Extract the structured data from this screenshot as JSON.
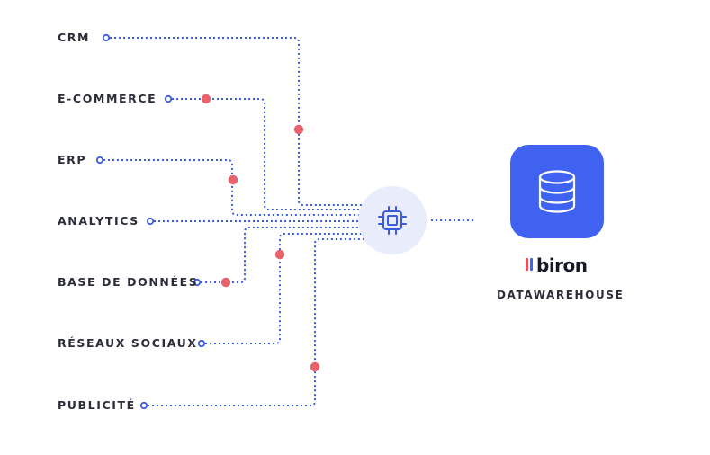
{
  "sources": [
    {
      "label": "CRM"
    },
    {
      "label": "E-COMMERCE"
    },
    {
      "label": "ERP"
    },
    {
      "label": "ANALYTICS"
    },
    {
      "label": "BASE DE DONNÉES"
    },
    {
      "label": "RÉSEAUX SOCIAUX"
    },
    {
      "label": "PUBLICITÉ"
    }
  ],
  "hub": {
    "icon": "processor-chip-icon"
  },
  "destination": {
    "icon": "database-icon",
    "brand": "biron",
    "label": "DATAWAREHOUSE"
  },
  "colors": {
    "line": "#3b5ce0",
    "dot": "#e8636b",
    "hub_bg": "#e8ecfb",
    "dest_bg": "#3f63f0",
    "logo_red": "#e8505b",
    "logo_blue": "#3f63f0"
  }
}
